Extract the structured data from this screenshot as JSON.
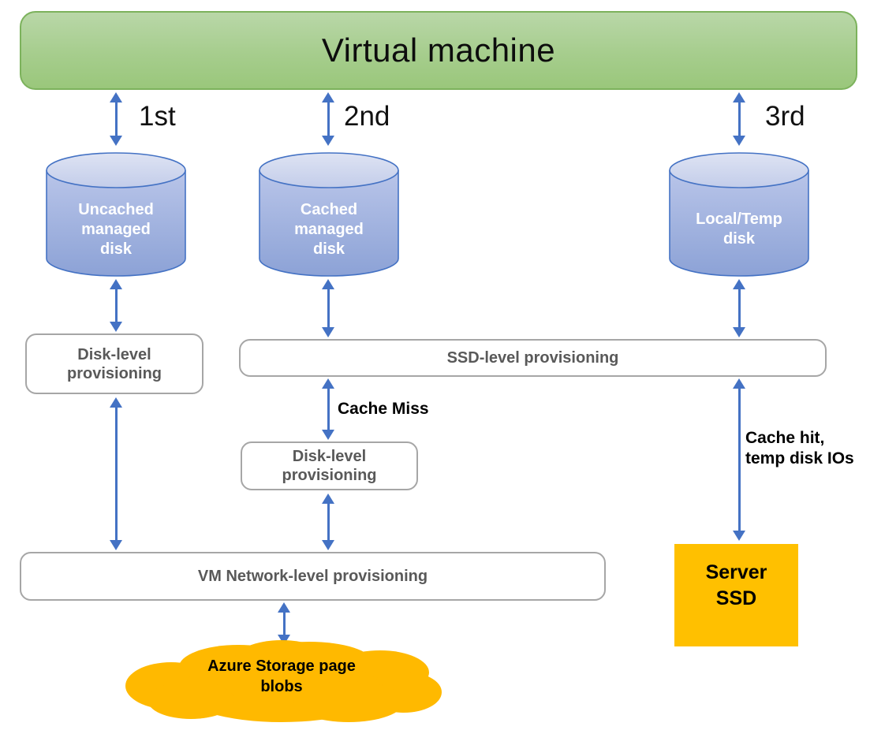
{
  "title": "Virtual machine",
  "ranks": [
    "1st",
    "2nd",
    "3rd"
  ],
  "disks": [
    {
      "label": "Uncached\nmanaged\ndisk"
    },
    {
      "label": "Cached\nmanaged\ndisk"
    },
    {
      "label": "Local/Temp\ndisk"
    }
  ],
  "boxes": {
    "disk_level_left": "Disk-level\nprovisioning",
    "ssd_level": "SSD-level provisioning",
    "disk_level_mid": "Disk-level\nprovisioning",
    "vm_network_level": "VM Network-level provisioning",
    "server_ssd": "Server\nSSD"
  },
  "cloud": {
    "label": "Azure Storage page\nblobs"
  },
  "annotations": {
    "cache_miss": "Cache Miss",
    "cache_hit": "Cache hit,\ntemp disk IOs"
  },
  "colors": {
    "vm_fill_top": "#B9D7A8",
    "vm_fill_bottom": "#9AC77B",
    "vm_border": "#7CB25C",
    "disk_body_top": "#B9C5E9",
    "disk_body_bottom": "#8CA2D6",
    "disk_top_fill": "#D5DCF0",
    "disk_border": "#4472C4",
    "arrow": "#4472C4",
    "provision_border": "#A6A6A6",
    "provision_text": "#595959",
    "server_ssd_fill": "#FFC000",
    "cloud_fill": "#FFB900",
    "annotation_text": "#000000"
  }
}
